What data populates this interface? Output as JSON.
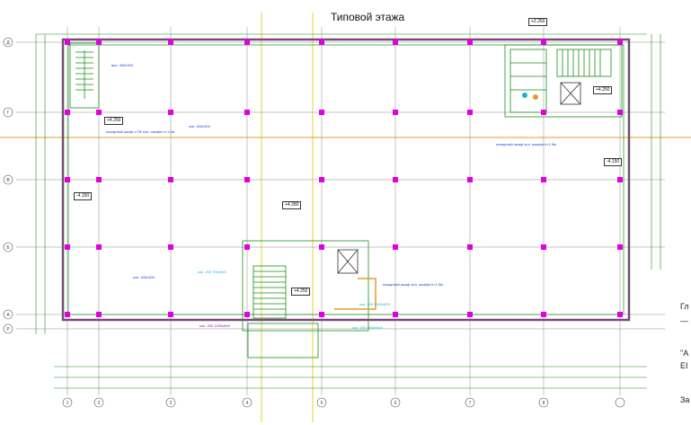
{
  "title": "Типовой этажа",
  "side_notes": [
    "Гл",
    "—",
    "\"А",
    "ЕІ",
    "За"
  ],
  "axes_horizontal": [
    "Д",
    "Г",
    "В",
    "Б",
    "А",
    "Р"
  ],
  "axes_vertical": [
    "1",
    "2",
    "3",
    "4",
    "5",
    "6",
    "7",
    "8"
  ],
  "elevation_marks": [
    "+2.250",
    "+4.250",
    "+4.280",
    "+4.250",
    "+4.250",
    "-4.150",
    "-4.150"
  ],
  "notes": [
    "выт. 400х300",
    "пожарный шкаф с ПК  кол. шкафа h=1.0м",
    "кон. 400х300",
    "пожарный шкаф  кол. шкафа h=1.5м",
    "кон. 400х300",
    "кон. 200 700х500",
    "кон. 200 1000х500",
    "пожарный шкаф  кол. шкафа h=1.5м",
    "кон. 200 1000х500",
    "кон. 200 1000х500"
  ],
  "colors": {
    "grid": "#8a8a8a",
    "wall": "#1a8f1a",
    "column": "#e000e0",
    "axis_yellow": "#e6d23a",
    "axis_orange": "#e89a2c",
    "note_blue": "#1a46d6",
    "note_cyan": "#11b7d6"
  }
}
